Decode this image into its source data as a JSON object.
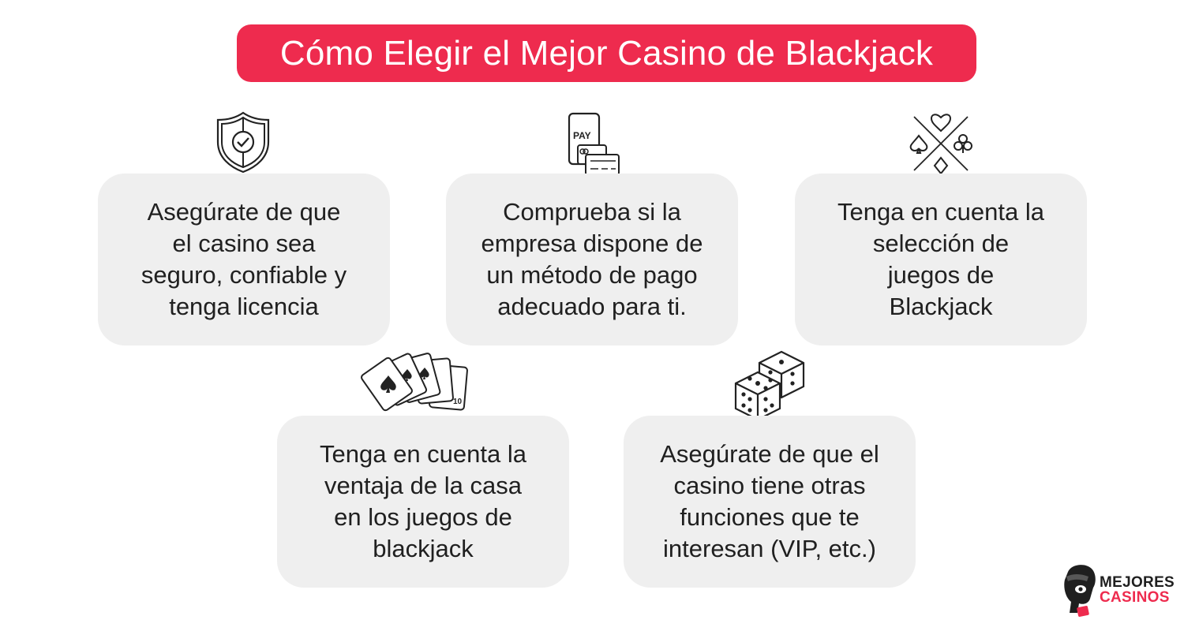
{
  "title": "Cómo Elegir el Mejor Casino de Blackjack",
  "cards": [
    {
      "text": "Asegúrate de que\nel casino sea\nseguro, confiable y\ntenga licencia",
      "icon": "shield-check-icon"
    },
    {
      "text": "Comprueba si la\nempresa dispone de\nun método de pago\nadecuado para ti.",
      "icon": "mobile-pay-cards-icon",
      "icon_label": "PAY"
    },
    {
      "text": "Tenga en cuenta la\nselección de\njuegos de\nBlackjack",
      "icon": "card-suits-icon"
    },
    {
      "text": "Tenga en cuenta la\nventaja de la casa\nen los juegos de\nblackjack",
      "icon": "playing-cards-fan-icon"
    },
    {
      "text": "Asegúrate de que el\ncasino tiene otras\nfunciones que te\ninteresan (VIP, etc.)",
      "icon": "dice-icon"
    }
  ],
  "logo": {
    "line1": "MEJORES",
    "line2": "CASINOS",
    "icon": "mascot-logo-icon"
  },
  "colors": {
    "accent": "#ee2b4e",
    "card_bg": "#efefef",
    "text": "#202020"
  }
}
